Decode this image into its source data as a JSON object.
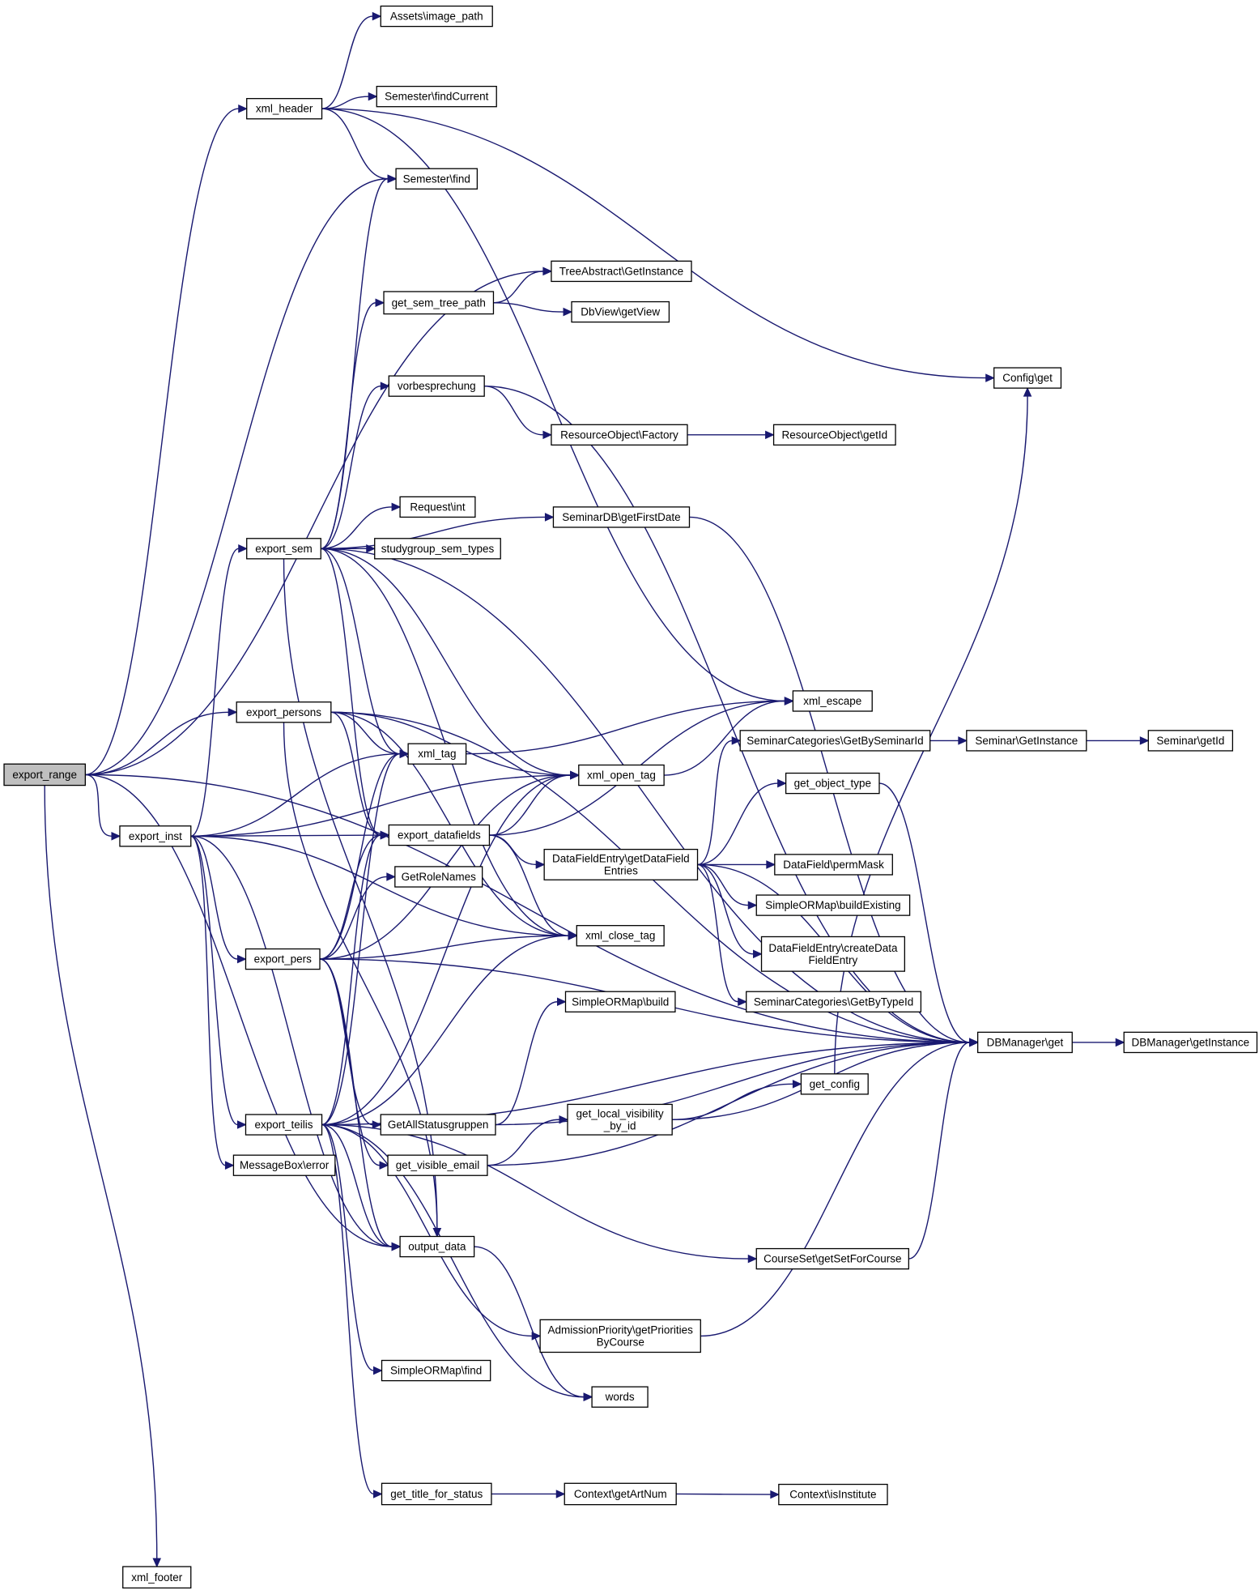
{
  "diagram": {
    "kind": "call-graph",
    "edge_color": "#191970",
    "root_fill": "#bfbfbf",
    "nodes": [
      {
        "id": "export_range",
        "lines": [
          "export_range"
        ],
        "root": true
      },
      {
        "id": "xml_header",
        "lines": [
          "xml_header"
        ]
      },
      {
        "id": "assets_image_path",
        "lines": [
          "Assets\\image_path"
        ]
      },
      {
        "id": "semester_findcurrent",
        "lines": [
          "Semester\\findCurrent"
        ]
      },
      {
        "id": "semester_find",
        "lines": [
          "Semester\\find"
        ]
      },
      {
        "id": "treeabstract_getinstance",
        "lines": [
          "TreeAbstract\\GetInstance"
        ]
      },
      {
        "id": "get_sem_tree_path",
        "lines": [
          "get_sem_tree_path"
        ]
      },
      {
        "id": "dbview_getview",
        "lines": [
          "DbView\\getView"
        ]
      },
      {
        "id": "config_get",
        "lines": [
          "Config\\get"
        ]
      },
      {
        "id": "vorbesprechung",
        "lines": [
          "vorbesprechung"
        ]
      },
      {
        "id": "resourceobject_factory",
        "lines": [
          "ResourceObject\\Factory"
        ]
      },
      {
        "id": "resourceobject_getid",
        "lines": [
          "ResourceObject\\getId"
        ]
      },
      {
        "id": "request_int",
        "lines": [
          "Request\\int"
        ]
      },
      {
        "id": "seminardb_getfirstdate",
        "lines": [
          "SeminarDB\\getFirstDate"
        ]
      },
      {
        "id": "export_sem",
        "lines": [
          "export_sem"
        ]
      },
      {
        "id": "studygroup_sem_types",
        "lines": [
          "studygroup_sem_types"
        ]
      },
      {
        "id": "xml_escape",
        "lines": [
          "xml_escape"
        ]
      },
      {
        "id": "export_persons",
        "lines": [
          "export_persons"
        ]
      },
      {
        "id": "seminarcategories_getbyseminarid",
        "lines": [
          "SeminarCategories\\GetBySeminarId"
        ]
      },
      {
        "id": "seminar_getinstance",
        "lines": [
          "Seminar\\GetInstance"
        ]
      },
      {
        "id": "seminar_getid",
        "lines": [
          "Seminar\\getId"
        ]
      },
      {
        "id": "xml_tag",
        "lines": [
          "xml_tag"
        ]
      },
      {
        "id": "xml_open_tag",
        "lines": [
          "xml_open_tag"
        ]
      },
      {
        "id": "get_object_type",
        "lines": [
          "get_object_type"
        ]
      },
      {
        "id": "export_inst",
        "lines": [
          "export_inst"
        ]
      },
      {
        "id": "export_datafields",
        "lines": [
          "export_datafields"
        ]
      },
      {
        "id": "datafieldentry_getdatafieldentries",
        "lines": [
          "DataFieldEntry\\getDataField",
          "Entries"
        ]
      },
      {
        "id": "datafield_permmask",
        "lines": [
          "DataField\\permMask"
        ]
      },
      {
        "id": "getrolenames",
        "lines": [
          "GetRoleNames"
        ]
      },
      {
        "id": "simpleormap_buildexisting",
        "lines": [
          "SimpleORMap\\buildExisting"
        ]
      },
      {
        "id": "export_pers",
        "lines": [
          "export_pers"
        ]
      },
      {
        "id": "xml_close_tag",
        "lines": [
          "xml_close_tag"
        ]
      },
      {
        "id": "datafieldentry_createdatafieldentry",
        "lines": [
          "DataFieldEntry\\createData",
          "FieldEntry"
        ]
      },
      {
        "id": "simpleormap_build",
        "lines": [
          "SimpleORMap\\build"
        ]
      },
      {
        "id": "seminarcategories_getbytypeid",
        "lines": [
          "SeminarCategories\\GetByTypeId"
        ]
      },
      {
        "id": "dbmanager_get",
        "lines": [
          "DBManager\\get"
        ]
      },
      {
        "id": "dbmanager_getinstance",
        "lines": [
          "DBManager\\getInstance"
        ]
      },
      {
        "id": "get_config",
        "lines": [
          "get_config"
        ]
      },
      {
        "id": "get_local_visibility_by_id",
        "lines": [
          "get_local_visibility",
          "_by_id"
        ]
      },
      {
        "id": "export_teilis",
        "lines": [
          "export_teilis"
        ]
      },
      {
        "id": "getallstatusgruppen",
        "lines": [
          "GetAllStatusgruppen"
        ]
      },
      {
        "id": "messagebox_error",
        "lines": [
          "MessageBox\\error"
        ]
      },
      {
        "id": "get_visible_email",
        "lines": [
          "get_visible_email"
        ]
      },
      {
        "id": "output_data",
        "lines": [
          "output_data"
        ]
      },
      {
        "id": "courseset_getsetforcourse",
        "lines": [
          "CourseSet\\getSetForCourse"
        ]
      },
      {
        "id": "admissionpriority_getprioritiesbycourse",
        "lines": [
          "AdmissionPriority\\getPriorities",
          "ByCourse"
        ]
      },
      {
        "id": "simpleormap_find",
        "lines": [
          "SimpleORMap\\find"
        ]
      },
      {
        "id": "words",
        "lines": [
          "words"
        ]
      },
      {
        "id": "get_title_for_status",
        "lines": [
          "get_title_for_status"
        ]
      },
      {
        "id": "context_getartnum",
        "lines": [
          "Context\\getArtNum"
        ]
      },
      {
        "id": "context_isinstitute",
        "lines": [
          "Context\\isInstitute"
        ]
      },
      {
        "id": "xml_footer",
        "lines": [
          "xml_footer"
        ]
      }
    ],
    "edges": [
      [
        "export_range",
        "xml_header"
      ],
      [
        "export_range",
        "semester_find"
      ],
      [
        "export_range",
        "treeabstract_getinstance"
      ],
      [
        "export_range",
        "export_persons"
      ],
      [
        "export_range",
        "export_inst"
      ],
      [
        "export_range",
        "output_data"
      ],
      [
        "export_range",
        "dbmanager_get"
      ],
      [
        "export_range",
        "xml_footer"
      ],
      [
        "xml_header",
        "assets_image_path"
      ],
      [
        "xml_header",
        "semester_findcurrent"
      ],
      [
        "xml_header",
        "semester_find"
      ],
      [
        "xml_header",
        "config_get"
      ],
      [
        "xml_header",
        "xml_escape"
      ],
      [
        "get_sem_tree_path",
        "treeabstract_getinstance"
      ],
      [
        "get_sem_tree_path",
        "dbview_getview"
      ],
      [
        "vorbesprechung",
        "resourceobject_factory"
      ],
      [
        "vorbesprechung",
        "dbmanager_get"
      ],
      [
        "resourceobject_factory",
        "resourceobject_getid"
      ],
      [
        "seminardb_getfirstdate",
        "dbmanager_get"
      ],
      [
        "export_sem",
        "semester_find"
      ],
      [
        "export_sem",
        "get_sem_tree_path"
      ],
      [
        "export_sem",
        "vorbesprechung"
      ],
      [
        "export_sem",
        "request_int"
      ],
      [
        "export_sem",
        "studygroup_sem_types"
      ],
      [
        "export_sem",
        "seminardb_getfirstdate"
      ],
      [
        "export_sem",
        "xml_open_tag"
      ],
      [
        "export_sem",
        "xml_tag"
      ],
      [
        "export_sem",
        "export_datafields"
      ],
      [
        "export_sem",
        "xml_close_tag"
      ],
      [
        "export_sem",
        "output_data"
      ],
      [
        "export_sem",
        "dbmanager_get"
      ],
      [
        "export_persons",
        "xml_open_tag"
      ],
      [
        "export_persons",
        "xml_tag"
      ],
      [
        "export_persons",
        "export_datafields"
      ],
      [
        "export_persons",
        "xml_close_tag"
      ],
      [
        "export_persons",
        "output_data"
      ],
      [
        "export_persons",
        "dbmanager_get"
      ],
      [
        "seminarcategories_getbyseminarid",
        "seminar_getinstance"
      ],
      [
        "seminar_getinstance",
        "seminar_getid"
      ],
      [
        "xml_tag",
        "xml_escape"
      ],
      [
        "xml_open_tag",
        "xml_escape"
      ],
      [
        "get_object_type",
        "dbmanager_get"
      ],
      [
        "export_inst",
        "export_sem"
      ],
      [
        "export_inst",
        "xml_tag"
      ],
      [
        "export_inst",
        "xml_open_tag"
      ],
      [
        "export_inst",
        "export_datafields"
      ],
      [
        "export_inst",
        "export_pers"
      ],
      [
        "export_inst",
        "xml_close_tag"
      ],
      [
        "export_inst",
        "export_teilis"
      ],
      [
        "export_inst",
        "messagebox_error"
      ],
      [
        "export_inst",
        "output_data"
      ],
      [
        "export_datafields",
        "xml_open_tag"
      ],
      [
        "export_datafields",
        "datafieldentry_getdatafieldentries"
      ],
      [
        "export_datafields",
        "xml_close_tag"
      ],
      [
        "export_datafields",
        "xml_escape"
      ],
      [
        "datafieldentry_getdatafieldentries",
        "seminarcategories_getbyseminarid"
      ],
      [
        "datafieldentry_getdatafieldentries",
        "get_object_type"
      ],
      [
        "datafieldentry_getdatafieldentries",
        "datafield_permmask"
      ],
      [
        "datafieldentry_getdatafieldentries",
        "simpleormap_buildexisting"
      ],
      [
        "datafieldentry_getdatafieldentries",
        "datafieldentry_createdatafieldentry"
      ],
      [
        "datafieldentry_getdatafieldentries",
        "seminarcategories_getbytypeid"
      ],
      [
        "datafieldentry_getdatafieldentries",
        "dbmanager_get"
      ],
      [
        "export_pers",
        "xml_tag"
      ],
      [
        "export_pers",
        "export_datafields"
      ],
      [
        "export_pers",
        "getrolenames"
      ],
      [
        "export_pers",
        "xml_close_tag"
      ],
      [
        "export_pers",
        "xml_open_tag"
      ],
      [
        "export_pers",
        "getallstatusgruppen"
      ],
      [
        "export_pers",
        "get_visible_email"
      ],
      [
        "export_pers",
        "output_data"
      ],
      [
        "export_pers",
        "dbmanager_get"
      ],
      [
        "dbmanager_get",
        "dbmanager_getinstance"
      ],
      [
        "get_config",
        "config_get"
      ],
      [
        "get_local_visibility_by_id",
        "get_config"
      ],
      [
        "get_local_visibility_by_id",
        "dbmanager_get"
      ],
      [
        "export_teilis",
        "xml_tag"
      ],
      [
        "export_teilis",
        "xml_open_tag"
      ],
      [
        "export_teilis",
        "export_datafields"
      ],
      [
        "export_teilis",
        "xml_close_tag"
      ],
      [
        "export_teilis",
        "output_data"
      ],
      [
        "export_teilis",
        "courseset_getsetforcourse"
      ],
      [
        "export_teilis",
        "admissionpriority_getprioritiesbycourse"
      ],
      [
        "export_teilis",
        "simpleormap_find"
      ],
      [
        "export_teilis",
        "words"
      ],
      [
        "export_teilis",
        "get_title_for_status"
      ],
      [
        "export_teilis",
        "dbmanager_get"
      ],
      [
        "getallstatusgruppen",
        "simpleormap_build"
      ],
      [
        "getallstatusgruppen",
        "dbmanager_get"
      ],
      [
        "get_visible_email",
        "get_local_visibility_by_id"
      ],
      [
        "get_visible_email",
        "dbmanager_get"
      ],
      [
        "output_data",
        "words"
      ],
      [
        "courseset_getsetforcourse",
        "dbmanager_get"
      ],
      [
        "admissionpriority_getprioritiesbycourse",
        "dbmanager_get"
      ],
      [
        "get_title_for_status",
        "context_getartnum"
      ],
      [
        "context_getartnum",
        "context_isinstitute"
      ]
    ]
  }
}
